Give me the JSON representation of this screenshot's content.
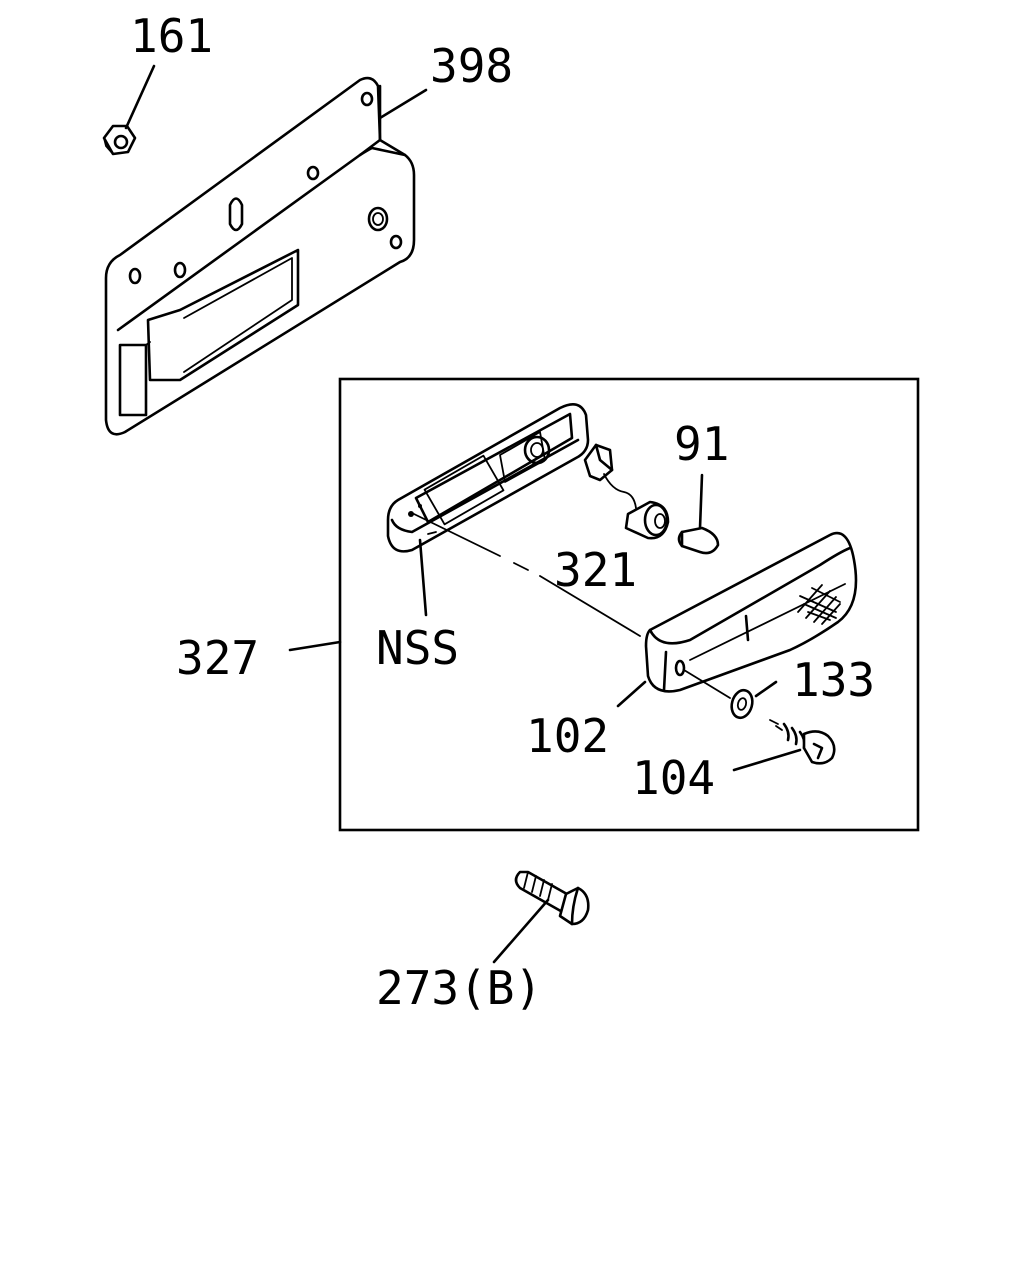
{
  "callouts": {
    "p161": "161",
    "p398": "398",
    "p91": "91",
    "p321": "321",
    "p327": "327",
    "nss": "NSS",
    "p133": "133",
    "p102": "102",
    "p104": "104",
    "p273b": "273(B)"
  },
  "colors": {
    "line": "#000000",
    "background": "#ffffff"
  }
}
